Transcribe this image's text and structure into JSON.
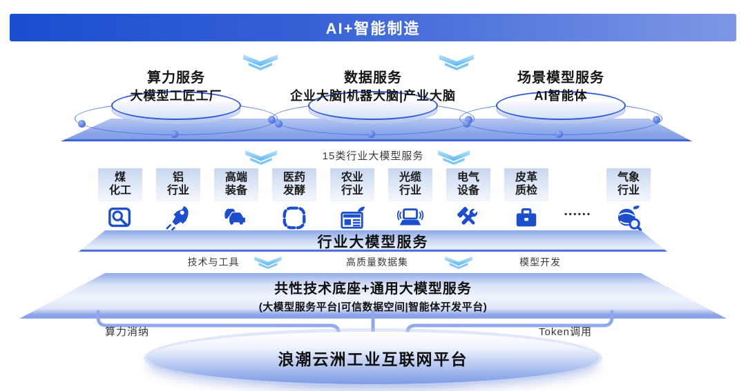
{
  "banner": {
    "title": "AI+智能制造"
  },
  "services": [
    {
      "title": "算力服务",
      "subtitle": "大模型工匠工厂"
    },
    {
      "title": "数据服务",
      "subtitle": "企业大脑|机器大脑|产业大脑"
    },
    {
      "title": "场景模型服务",
      "subtitle": "AI智能体"
    }
  ],
  "industry_header": "15类行业大模型服务",
  "industries": [
    {
      "line1": "煤",
      "line2": "化工",
      "icon": "monitor-search-icon"
    },
    {
      "line1": "铝",
      "line2": "行业",
      "icon": "rocket-icon"
    },
    {
      "line1": "高端",
      "line2": "装备",
      "icon": "cars-icon"
    },
    {
      "line1": "医药",
      "line2": "发酵",
      "icon": "dashed-dish-icon"
    },
    {
      "line1": "农业",
      "line2": "行业",
      "icon": "newspaper-leaf-icon"
    },
    {
      "line1": "光缆",
      "line2": "行业",
      "icon": "laptop-signal-icon"
    },
    {
      "line1": "电气",
      "line2": "设备",
      "icon": "crossed-tools-icon"
    },
    {
      "line1": "皮革",
      "line2": "质检",
      "icon": "briefcase-icon"
    },
    {
      "line1": "气象",
      "line2": "行业",
      "icon": "globe-search-icon"
    }
  ],
  "ellipsis": "......",
  "industry_banner": "行业大模型服务",
  "middle_labels": {
    "left": "技术与工具",
    "center": "高质量数据集",
    "right": "模型开发"
  },
  "common_base": {
    "title": "共性技术底座+通用大模型服务",
    "subtitle": "(大模型服务平台|可信数据空间|智能体开发平台)"
  },
  "flow_labels": {
    "left": "算力消纳",
    "right": "Token调用"
  },
  "bottom_platform": {
    "title": "浪潮云洲工业互联网平台"
  },
  "colors": {
    "banner_gradient_start": "#1B4ED0",
    "banner_gradient_end": "#7E97E6",
    "icon_blue": "#1D4ECB",
    "disc_outline": "#2F5AD7",
    "orbit_outline": "#4E74DC",
    "connector": "#91A8EA",
    "chevron_light": "#A9DCF8",
    "chevron_dark": "#5FB5EF",
    "slab_edge": "#3E63D6"
  }
}
